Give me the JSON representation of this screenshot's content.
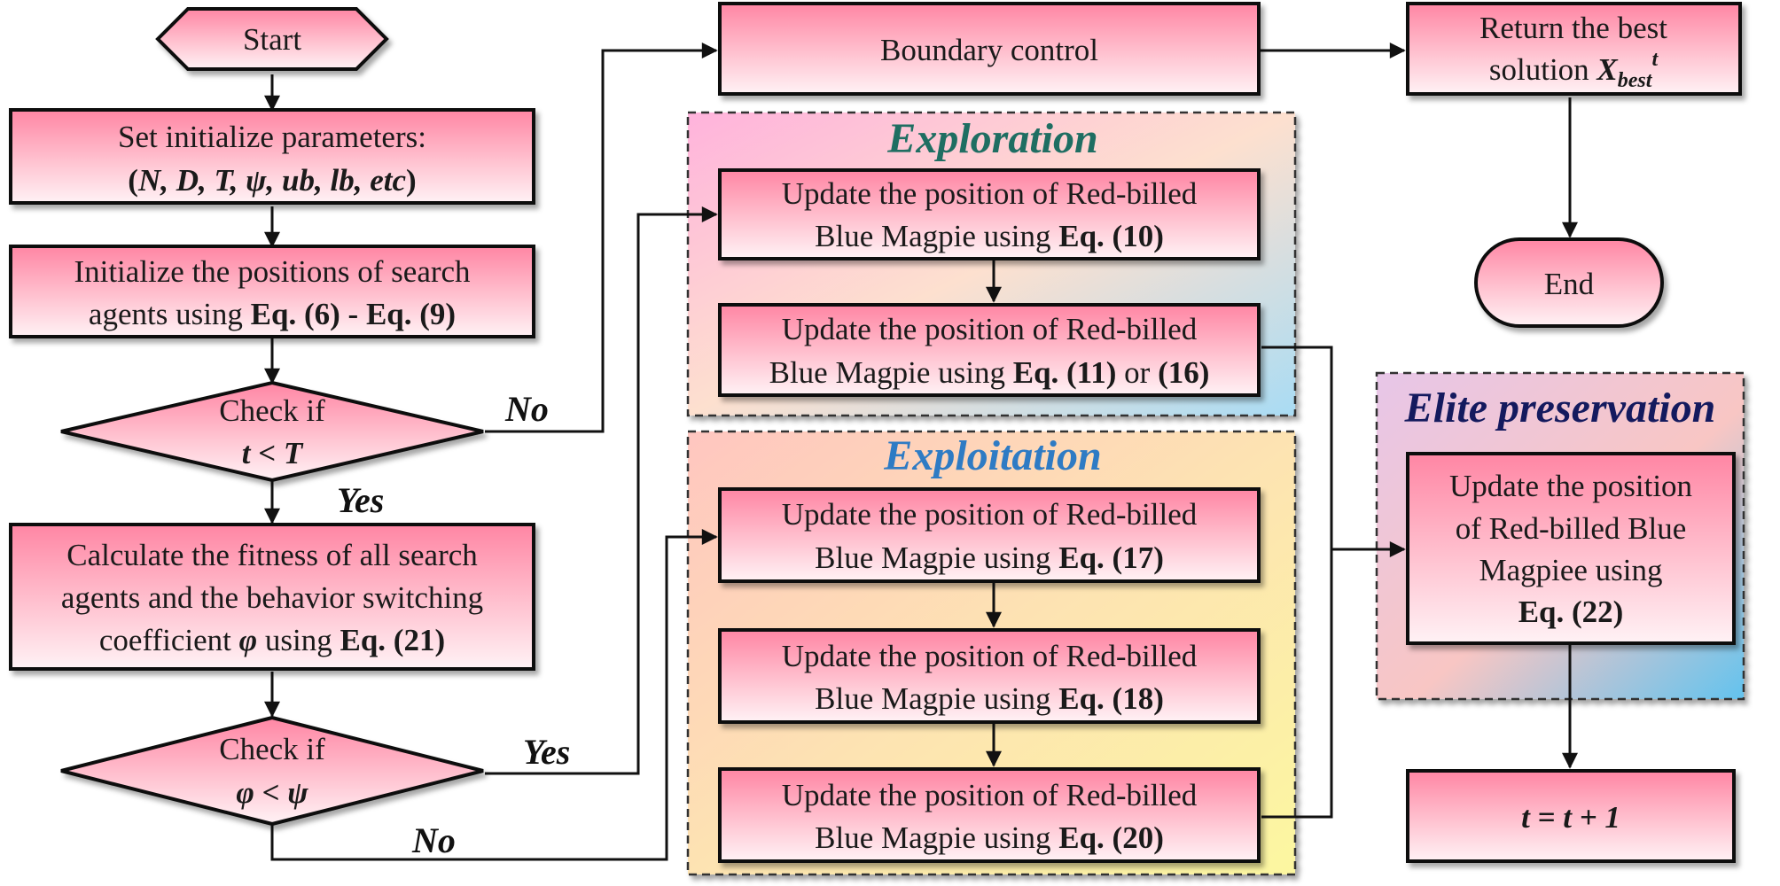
{
  "colors": {
    "node_fill_top": "#ff80a0",
    "node_fill_bottom": "#fff0f3",
    "exploration_title": "#1f6e62",
    "exploitation_title": "#2e7bc4",
    "elite_title": "#141a5e"
  },
  "nodes": {
    "start": "Start",
    "init_params": {
      "line1": "Set initialize parameters:",
      "line2_open": "(",
      "line2_vars": "N, D, T, ψ, ub, lb, etc",
      "line2_close": ")"
    },
    "init_positions": {
      "line1": "Initialize the positions of search",
      "line2_pre": "agents using ",
      "line2_eq": "Eq. (6) - Eq. (9)"
    },
    "check_t": {
      "line1": "Check if",
      "line2": "t < T"
    },
    "fitness": {
      "line1": "Calculate the fitness of all search",
      "line2": "agents and the behavior switching",
      "line3_pre": "coefficient ",
      "line3_sym": "φ",
      "line3_mid": " using ",
      "line3_eq": "Eq. (21)"
    },
    "check_phi": {
      "line1": "Check if",
      "line2": "φ < ψ"
    },
    "boundary": "Boundary control",
    "return_best": {
      "line1": "Return the best",
      "line2_pre": "solution ",
      "line2_var": "X",
      "line2_sub": "best",
      "line2_sup": "t"
    },
    "end": "End",
    "eq10": {
      "line1": "Update the position of Red-billed",
      "line2_pre": "Blue Magpie using ",
      "line2_eq": "Eq. (10)"
    },
    "eq11": {
      "line1": "Update the position of Red-billed",
      "line2_pre": "Blue Magpie using ",
      "line2_eq": "Eq. (11)",
      "line2_or": " or ",
      "line2_eq2": "(16)"
    },
    "eq17": {
      "line1": "Update the position of Red-billed",
      "line2_pre": "Blue Magpie using ",
      "line2_eq": "Eq. (17)"
    },
    "eq18": {
      "line1": "Update the position of Red-billed",
      "line2_pre": "Blue Magpie using ",
      "line2_eq": "Eq. (18)"
    },
    "eq20": {
      "line1": "Update the position of Red-billed",
      "line2_pre": "Blue Magpie using ",
      "line2_eq": "Eq. (20)"
    },
    "eq22": {
      "line1": "Update the position",
      "line2": "of Red-billed Blue",
      "line3": "Magpiee using",
      "line4": "Eq. (22)"
    },
    "increment": "t = t + 1"
  },
  "groups": {
    "exploration": "Exploration",
    "exploitation": "Exploitation",
    "elite": "Elite preservation"
  },
  "edge_labels": {
    "no_t": "No",
    "yes_t": "Yes",
    "yes_phi": "Yes",
    "no_phi": "No"
  }
}
